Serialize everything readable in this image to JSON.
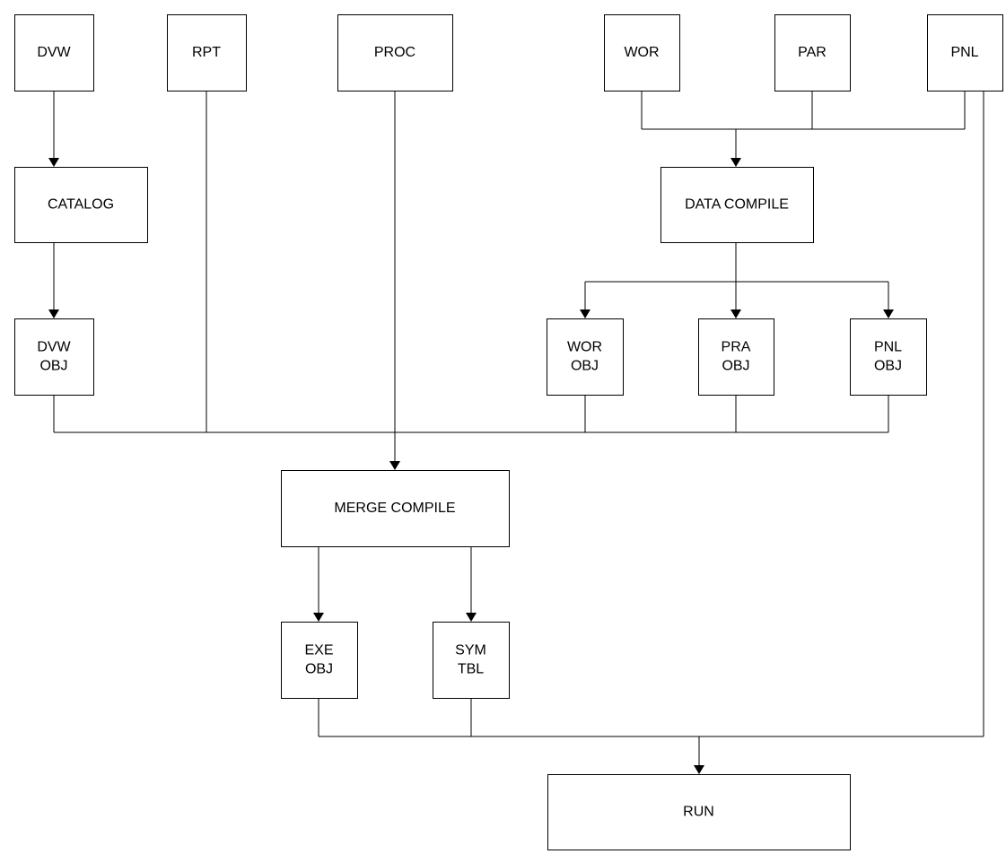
{
  "diagram": {
    "nodes": {
      "dvw": {
        "lines": [
          "DVW"
        ]
      },
      "rpt": {
        "lines": [
          "RPT"
        ]
      },
      "proc": {
        "lines": [
          "PROC"
        ]
      },
      "wor": {
        "lines": [
          "WOR"
        ]
      },
      "par": {
        "lines": [
          "PAR"
        ]
      },
      "pnl": {
        "lines": [
          "PNL"
        ]
      },
      "catalog": {
        "lines": [
          "CATALOG"
        ]
      },
      "data_compile": {
        "lines": [
          "DATA COMPILE"
        ]
      },
      "dvw_obj": {
        "lines": [
          "DVW",
          "OBJ"
        ]
      },
      "wor_obj": {
        "lines": [
          "WOR",
          "OBJ"
        ]
      },
      "pra_obj": {
        "lines": [
          "PRA",
          "OBJ"
        ]
      },
      "pnl_obj": {
        "lines": [
          "PNL",
          "OBJ"
        ]
      },
      "merge_compile": {
        "lines": [
          "MERGE COMPILE"
        ]
      },
      "exe_obj": {
        "lines": [
          "EXE",
          "OBJ"
        ]
      },
      "sym_tbl": {
        "lines": [
          "SYM",
          "TBL"
        ]
      },
      "run": {
        "lines": [
          "RUN"
        ]
      }
    },
    "edges": [
      {
        "from": "dvw",
        "to": "catalog"
      },
      {
        "from": "catalog",
        "to": "dvw_obj"
      },
      {
        "from": "wor",
        "to": "data_compile"
      },
      {
        "from": "par",
        "to": "data_compile"
      },
      {
        "from": "pnl",
        "to": "data_compile"
      },
      {
        "from": "data_compile",
        "to": "wor_obj"
      },
      {
        "from": "data_compile",
        "to": "pra_obj"
      },
      {
        "from": "data_compile",
        "to": "pnl_obj"
      },
      {
        "from": "dvw_obj",
        "to": "merge_compile"
      },
      {
        "from": "rpt",
        "to": "merge_compile"
      },
      {
        "from": "proc",
        "to": "merge_compile"
      },
      {
        "from": "wor_obj",
        "to": "merge_compile"
      },
      {
        "from": "pra_obj",
        "to": "merge_compile"
      },
      {
        "from": "pnl_obj",
        "to": "merge_compile"
      },
      {
        "from": "merge_compile",
        "to": "exe_obj"
      },
      {
        "from": "merge_compile",
        "to": "sym_tbl"
      },
      {
        "from": "exe_obj",
        "to": "run"
      },
      {
        "from": "sym_tbl",
        "to": "run"
      },
      {
        "from": "pnl",
        "to": "run"
      }
    ]
  }
}
